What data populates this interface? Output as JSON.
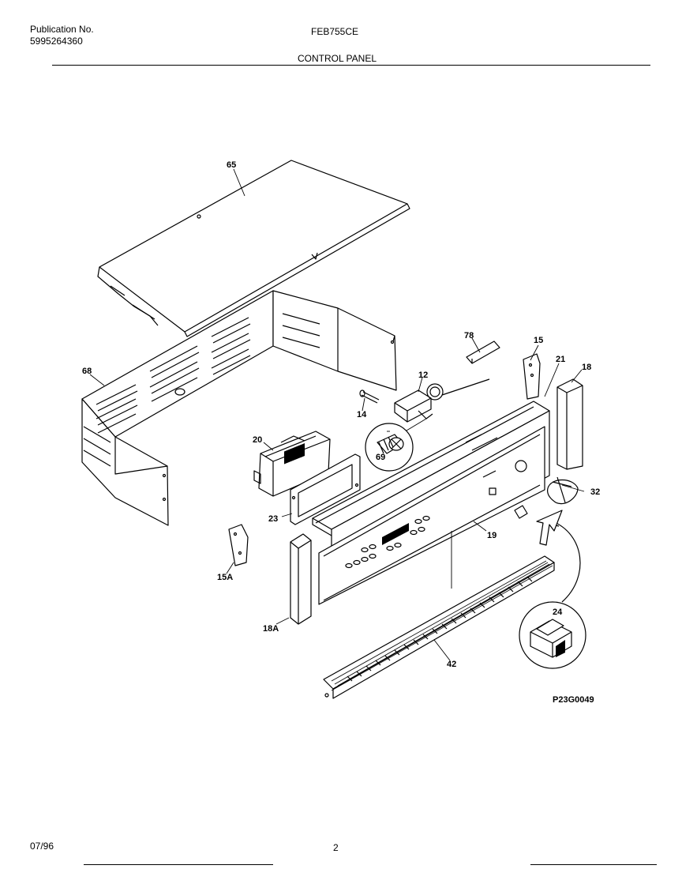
{
  "header": {
    "publication_label": "Publication No.",
    "publication_number": "5995264360",
    "model": "FEB755CE",
    "section_title": "CONTROL PANEL"
  },
  "diagram_code": "P23G0049",
  "footer": {
    "date": "07/96",
    "page_number": "2"
  },
  "parts": [
    {
      "id": "part-65",
      "label": "65"
    },
    {
      "id": "part-68",
      "label": "68"
    },
    {
      "id": "part-78",
      "label": "78"
    },
    {
      "id": "part-15",
      "label": "15"
    },
    {
      "id": "part-21",
      "label": "21"
    },
    {
      "id": "part-18",
      "label": "18"
    },
    {
      "id": "part-12",
      "label": "12"
    },
    {
      "id": "part-14",
      "label": "14"
    },
    {
      "id": "part-69",
      "label": "69"
    },
    {
      "id": "part-20",
      "label": "20"
    },
    {
      "id": "part-32",
      "label": "32"
    },
    {
      "id": "part-23",
      "label": "23"
    },
    {
      "id": "part-19",
      "label": "19"
    },
    {
      "id": "part-15a",
      "label": "15A"
    },
    {
      "id": "part-18a",
      "label": "18A"
    },
    {
      "id": "part-24",
      "label": "24"
    },
    {
      "id": "part-42",
      "label": "42"
    }
  ]
}
